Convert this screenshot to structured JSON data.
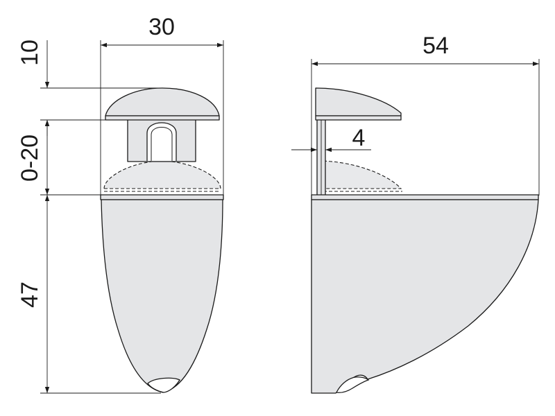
{
  "diagram": {
    "front_view": {
      "width_label": "30",
      "cap_height_label": "10",
      "adjust_range_label": "0-20",
      "body_height_label": "47"
    },
    "side_view": {
      "depth_label": "54",
      "slot_width_label": "4"
    },
    "colors": {
      "part_fill": "#e4e5e7",
      "line": "#1a1a1a",
      "background": "#ffffff"
    }
  }
}
